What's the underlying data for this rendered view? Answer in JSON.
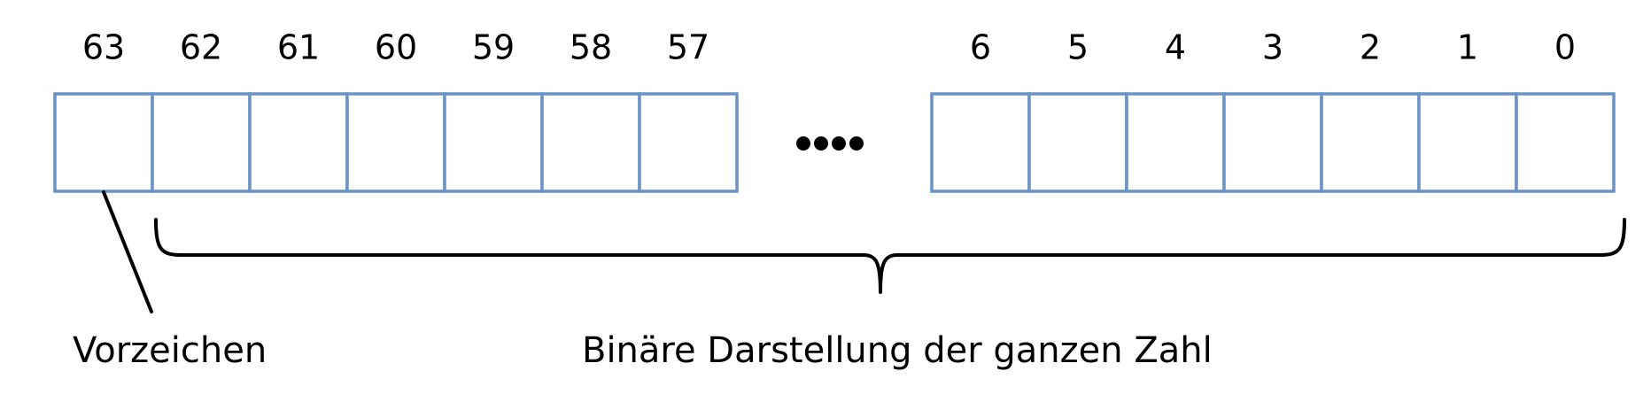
{
  "diagram": {
    "left_group": {
      "bits": [
        "63",
        "62",
        "61",
        "60",
        "59",
        "58",
        "57"
      ]
    },
    "right_group": {
      "bits": [
        "6",
        "5",
        "4",
        "3",
        "2",
        "1",
        "0"
      ]
    },
    "ellipsis": "....",
    "sign_label": "Vorzeichen",
    "value_label": "Binäre Darstellung der ganzen Zahl"
  },
  "colors": {
    "cell_border": "#6a92c4",
    "text": "#000000",
    "brace": "#000000"
  },
  "icons": {
    "ellipsis": "four-dots-ellipsis",
    "brace": "curly-brace-under",
    "pointer": "leader-line"
  }
}
